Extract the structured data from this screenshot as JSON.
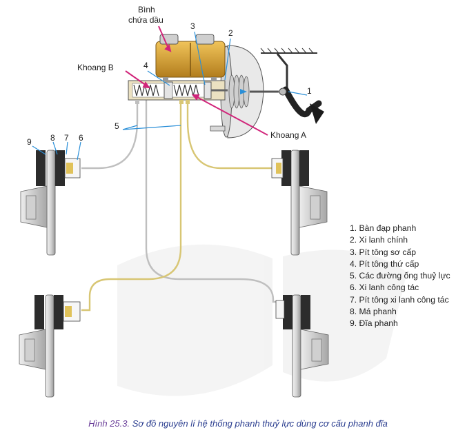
{
  "labels": {
    "reservoir_line1": "Bình",
    "reservoir_line2": "chứa dầu",
    "chamber_b": "Khoang B",
    "chamber_a": "Khoang A"
  },
  "callout_numbers": {
    "n1": "1",
    "n2": "2",
    "n3": "3",
    "n4": "4",
    "n5": "5",
    "n6": "6",
    "n7": "7",
    "n8": "8",
    "n9": "9"
  },
  "legend": [
    "1. Bàn đạp phanh",
    "2. Xi lanh chính",
    "3. Pít tông sơ cấp",
    "4. Pít tông thứ cấp",
    "5. Các đường ống thuỷ lực",
    "6. Xi lanh công tác",
    "7. Pít tông xi lanh công tác",
    "8. Má phanh",
    "9. Đĩa phanh"
  ],
  "caption": {
    "figure": "Hình 25.3.",
    "text": "Sơ đồ nguyên lí hệ thống phanh thuỷ lực dùng cơ cấu phanh đĩa"
  },
  "colors": {
    "yellow_line": "#d8c674",
    "gray_line": "#bfbfbf",
    "pointer_magenta": "#d1257a",
    "leader_blue": "#2a8fd8",
    "caption_blue": "#2a3d8f",
    "reservoir_gold": "#d8a13a"
  }
}
